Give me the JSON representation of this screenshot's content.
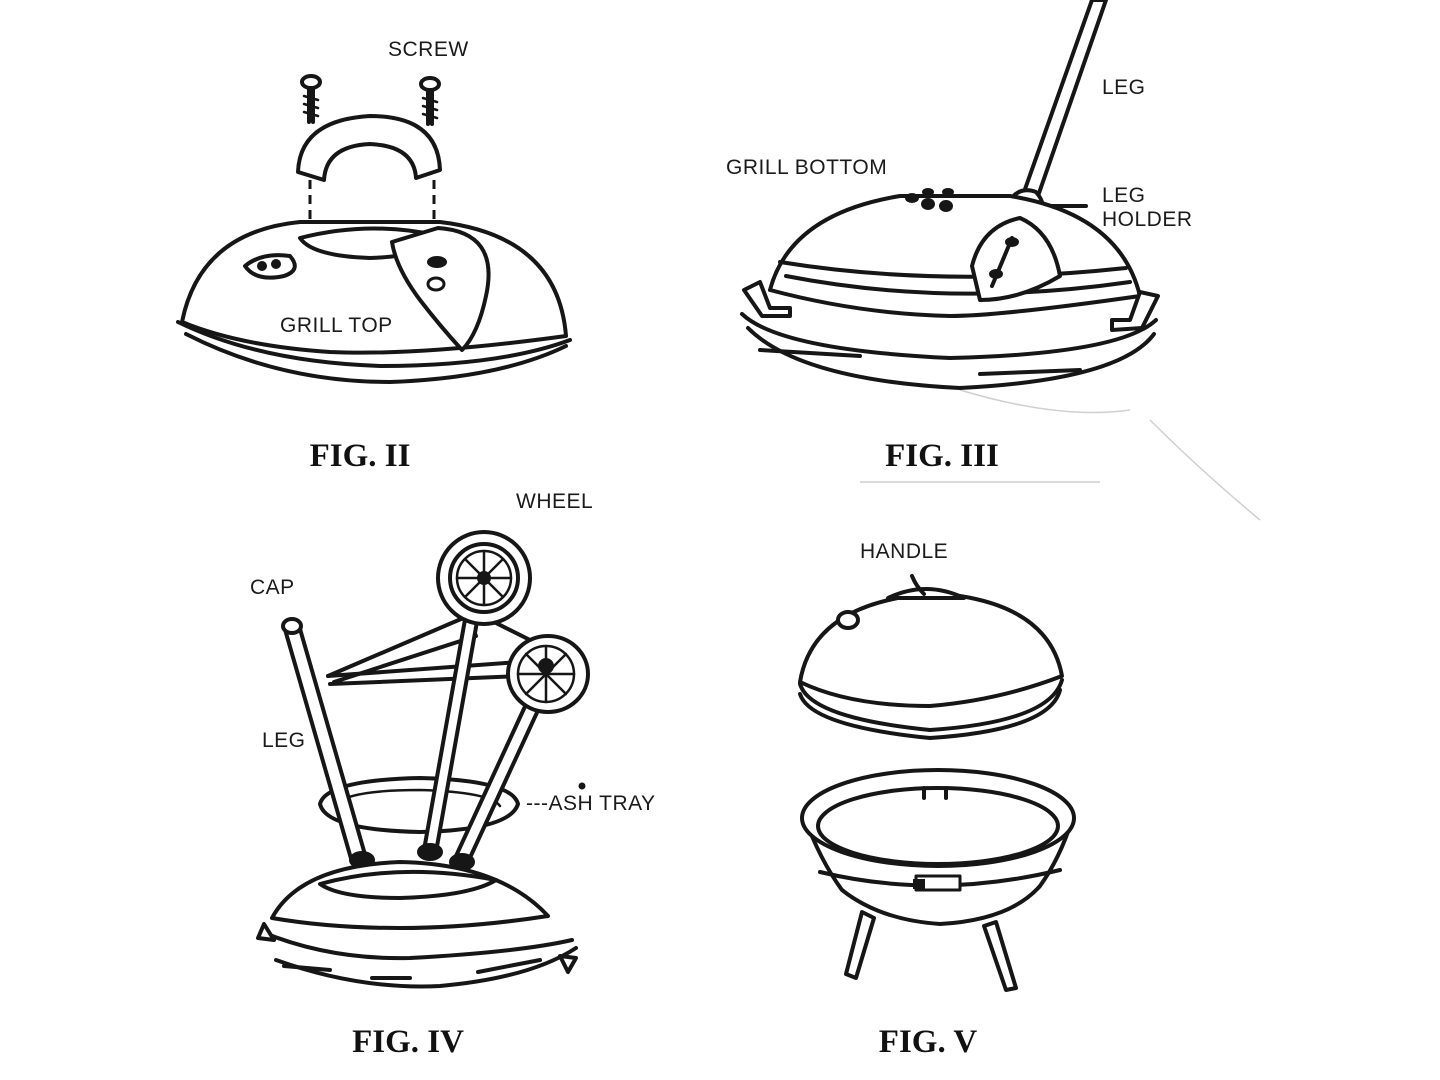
{
  "figures": {
    "fig2": {
      "caption": "FIG. II",
      "labels": {
        "screw": "SCREW",
        "grill_top": "GRILL TOP"
      }
    },
    "fig3": {
      "caption": "FIG. III",
      "labels": {
        "leg": "LEG",
        "grill_bottom": "GRILL BOTTOM",
        "leg_holder_1": "LEG",
        "leg_holder_2": "HOLDER"
      }
    },
    "fig4": {
      "caption": "FIG. IV",
      "labels": {
        "wheel": "WHEEL",
        "cap": "CAP",
        "leg": "LEG",
        "ash_tray": "---ASH TRAY"
      }
    },
    "fig5": {
      "caption": "FIG. V",
      "labels": {
        "handle": "HANDLE"
      }
    }
  }
}
